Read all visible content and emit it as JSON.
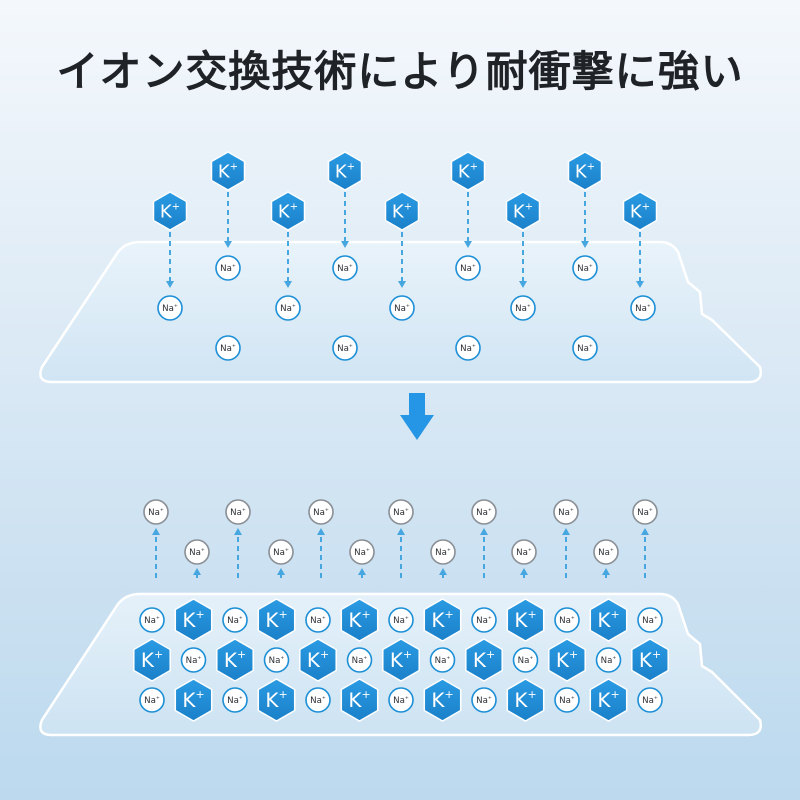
{
  "title": "イオン交換技術により耐衝撃に強い",
  "ions": {
    "potassium": {
      "symbol": "K",
      "charge": "+"
    },
    "sodium": {
      "symbol": "Na",
      "charge": "+"
    }
  },
  "colors": {
    "potassium_fill": "#1f8ed8",
    "sodium_ring_top": "#1c8fd6",
    "sodium_ring_released": "#8a8f95",
    "arrow": "#46a6e0",
    "process_arrow": "#2596e6",
    "glass_fill": "#dcecf7",
    "glass_edge": "#ffffff"
  },
  "icons": {
    "process_arrow": "down-arrow-icon"
  }
}
